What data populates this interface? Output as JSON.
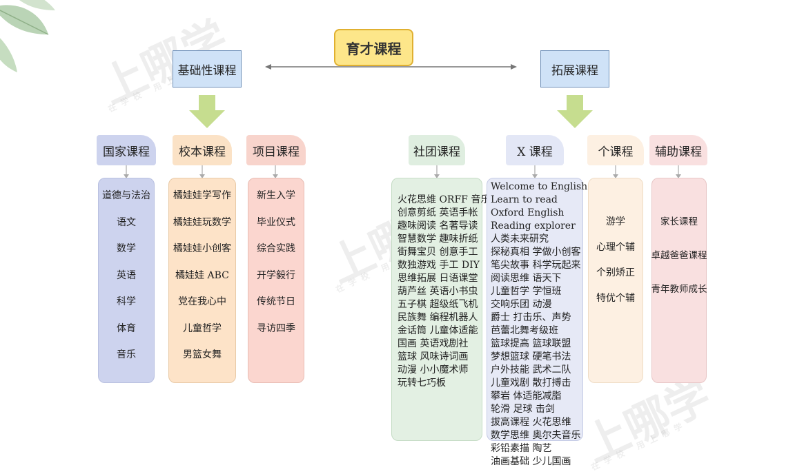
{
  "title": "育才课程",
  "basic": "基础性课程",
  "extended": "拓展课程",
  "watermark_text": "上哪学",
  "watermark_sub": "在学校 用上哪学",
  "columns": {
    "national": {
      "label": "国家课程",
      "items": [
        "道德与法治",
        "语文",
        "数学",
        "英语",
        "科学",
        "体育",
        "音乐"
      ]
    },
    "school": {
      "label": "校本课程",
      "items": [
        "橘娃娃学写作",
        "橘娃娃玩数学",
        "橘娃娃小创客",
        "橘娃娃 ABC",
        "党在我心中",
        "儿童哲学",
        "男篮女舞"
      ]
    },
    "project": {
      "label": "项目课程",
      "items": [
        "新生入学",
        "毕业仪式",
        "综合实践",
        "开学毅行",
        "传统节日",
        "寻访四季"
      ]
    },
    "club": {
      "label": "社团课程",
      "items": [
        "火花思维 ORFF 音乐",
        "创意剪纸 英语手帐",
        "趣味阅读 名著导读",
        "智慧数学 趣味折纸",
        "街舞宝贝 创意手工",
        "数独游戏 手工 DIY",
        "思维拓展 日语课堂",
        "葫芦丝 英语小书虫",
        "五子棋 超级纸飞机",
        "民族舞 编程机器人",
        "金话筒 儿童体适能",
        "国画 英语戏剧社",
        "篮球 风味诗词画",
        "动漫 小小魔术师",
        "玩转七巧板"
      ]
    },
    "x": {
      "label": "X 课程",
      "items": [
        "Welcome to English",
        "Learn to read",
        "Oxford English",
        "Reading explorer",
        "人类未来研究",
        "探秘真相 学做小创客",
        "笔尖故事 科学玩起来",
        "阅读思维 语天下",
        "儿童哲学 学恒班",
        "交响乐团 动漫",
        "爵士 打击乐、声势",
        "芭蕾北舞考级班",
        "篮球提高 篮球联盟",
        "梦想篮球 硬笔书法",
        "户外技能 武术二队",
        "儿童戏剧 散打搏击",
        "攀岩 体适能减脂",
        "轮滑 足球 击剑",
        "拔高课程 火花思维",
        "数学思维 奥尔夫音乐",
        "彩铅素描 陶艺",
        "油画基础 少儿国画"
      ]
    },
    "individual": {
      "label": "个课程",
      "items": [
        "游学",
        "心理个辅",
        "个别矫正",
        "特优个辅"
      ]
    },
    "auxiliary": {
      "label": "辅助课程",
      "items": [
        "家长课程",
        "卓越爸爸课程",
        "青年教师成长"
      ]
    }
  }
}
